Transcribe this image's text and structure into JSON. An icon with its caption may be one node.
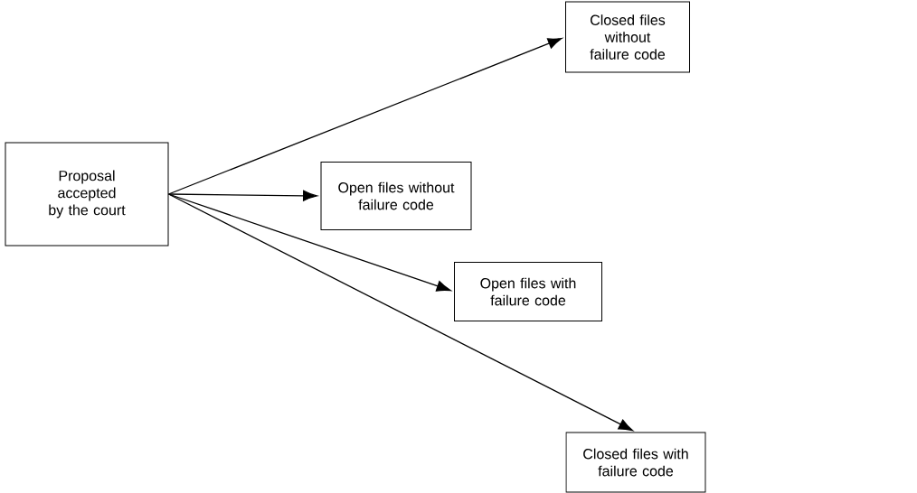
{
  "diagram": {
    "nodes": [
      {
        "text": [
          "Proposal accepted by the court"
        ]
      },
      {
        "text": [
          "Closed files without failure code"
        ]
      },
      {
        "text": [
          "Open files without failure code"
        ]
      },
      {
        "text": [
          "Open files with failure code"
        ]
      },
      {
        "text": [
          "Closed files with failure code"
        ]
      }
    ],
    "edges": [
      {
        "from": 0,
        "to": 1,
        "arrow": "to"
      },
      {
        "from": 0,
        "to": 2,
        "arrow": "to"
      },
      {
        "from": 0,
        "to": 3,
        "arrow": "to"
      },
      {
        "from": 0,
        "to": 4,
        "arrow": "to"
      }
    ]
  }
}
